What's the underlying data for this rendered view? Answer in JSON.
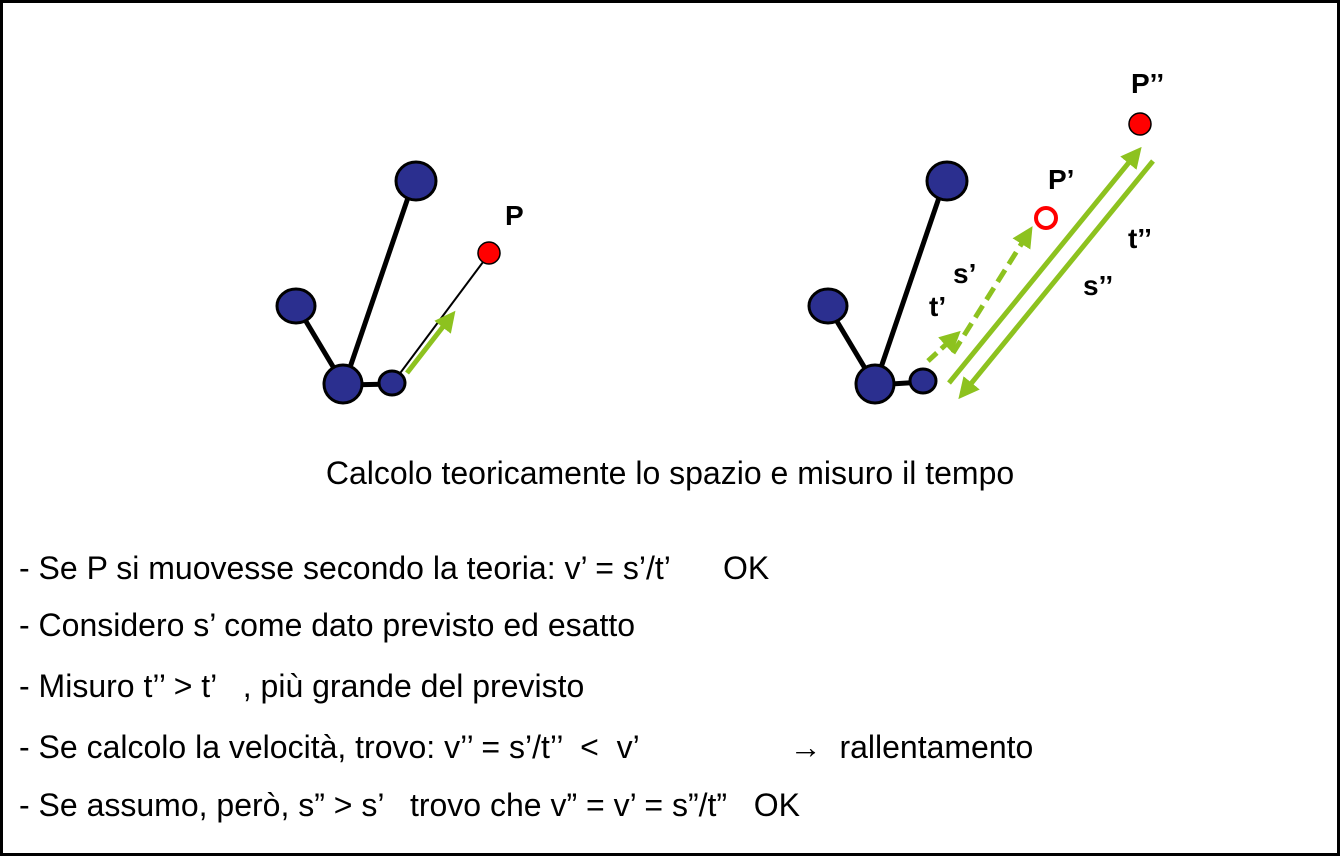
{
  "diagram": {
    "labels": {
      "p": "P",
      "p_prime": "P’",
      "p_double": "P’’",
      "s_prime": "s’",
      "t_prime": "t’",
      "s_double": "s’’",
      "t_double": "t’’"
    },
    "colors": {
      "joint": "#2b2f8f",
      "point": "#ff0000",
      "arrow": "#8dc21f",
      "link": "#000000"
    }
  },
  "caption": "Calcolo teoricamente lo spazio e misuro il tempo",
  "lines": {
    "l1": "- Se P si muovesse secondo la teoria: v’ = s’/t’      OK",
    "l2": "- Considero s’ come dato previsto ed esatto",
    "l3": "- Misuro t’’ > t’   , più grande del previsto",
    "l4a": "- Se calcolo la velocità, trovo: v’’ = s’/t’’  <  v’                 ",
    "l4_arrow": "→",
    "l4b": "  rallentamento",
    "l5": "- Se assumo, però, s” > s’   trovo che v” = v’ = s”/t”   OK"
  }
}
